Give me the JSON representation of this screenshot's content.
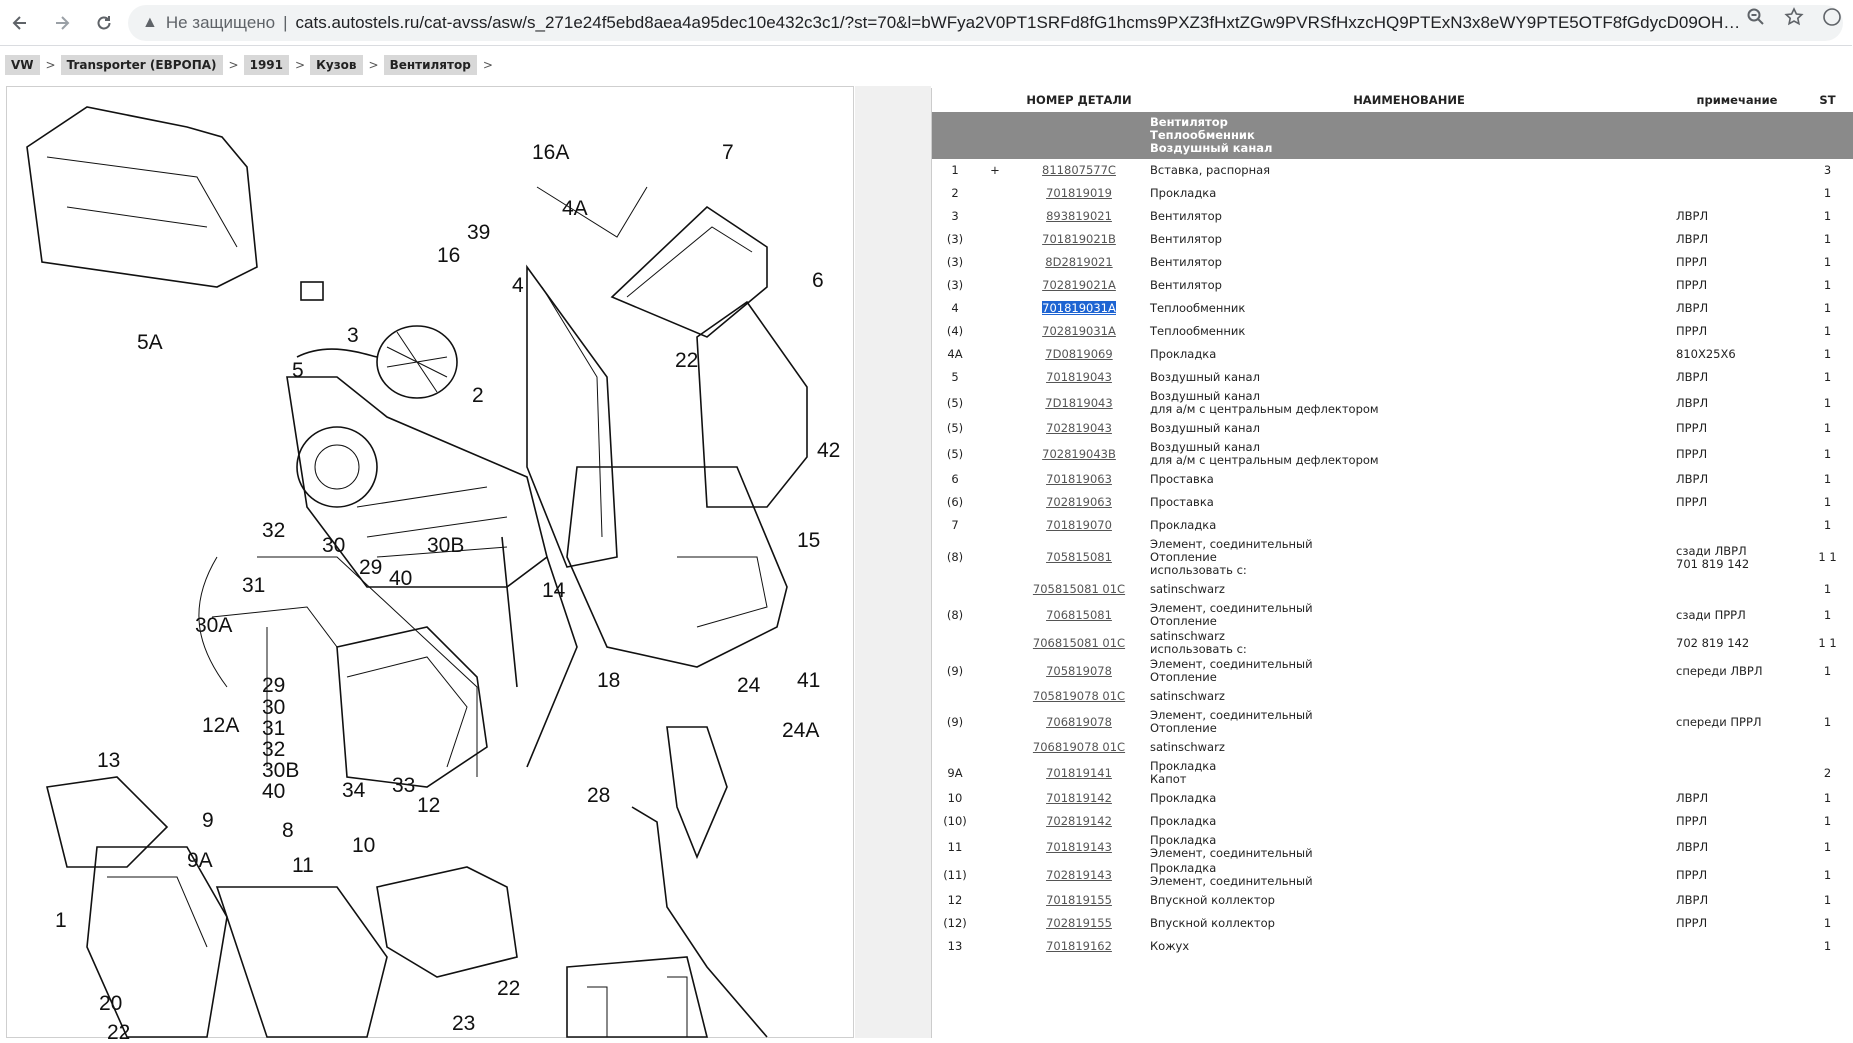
{
  "browser": {
    "warning_label": "Не защищено",
    "url": "cats.autostels.ru/cat-avss/asw/s_271e24f5ebd8aea4a95dec10e432c3c1/?st=70&l=bWFya2V0PT1SRFd8fG1hcms9PXZ3fHxtZGw9PVRSfHxzcHQ9PTExN3x8eWY9PTE5OTF8fGdycD09OH…"
  },
  "breadcrumb": [
    {
      "label": "VW"
    },
    {
      "label": "Transporter (ЕВРОПА)"
    },
    {
      "label": "1991"
    },
    {
      "label": "Кузов"
    },
    {
      "label": "Вентилятор"
    }
  ],
  "diagram_labels": [
    "16A",
    "7",
    "4A",
    "39",
    "16",
    "4",
    "6",
    "3",
    "5A",
    "5",
    "2",
    "22",
    "42",
    "32",
    "30",
    "29",
    "30B",
    "40",
    "31",
    "14",
    "15",
    "30A",
    "18",
    "24",
    "41",
    "12A",
    "29",
    "30",
    "31",
    "32",
    "30B",
    "40",
    "34",
    "33",
    "24A",
    "13",
    "28",
    "12",
    "9",
    "8",
    "10",
    "9A",
    "11",
    "1",
    "20",
    "22",
    "23",
    "22"
  ],
  "table": {
    "headers": {
      "number": "НОМЕР ДЕТАЛИ",
      "name": "НАИМЕНОВАНИЕ",
      "note": "примечание",
      "st": "ST"
    },
    "group_title": [
      "Вентилятор",
      "Теплообменник",
      "Воздушный канал"
    ],
    "rows": [
      {
        "pos": "1",
        "plus": "+",
        "num": "811807577C",
        "name": [
          "Вставка, распорная"
        ],
        "note": [],
        "st": "3"
      },
      {
        "pos": "2",
        "plus": "",
        "num": "701819019",
        "name": [
          "Прокладка"
        ],
        "note": [],
        "st": "1"
      },
      {
        "pos": "3",
        "plus": "",
        "num": "893819021",
        "name": [
          "Вентилятор"
        ],
        "note": [
          "ЛВРЛ"
        ],
        "st": "1"
      },
      {
        "pos": "(3)",
        "plus": "",
        "num": "701819021B",
        "name": [
          "Вентилятор"
        ],
        "note": [
          "ЛВРЛ"
        ],
        "st": "1"
      },
      {
        "pos": "(3)",
        "plus": "",
        "num": "8D2819021",
        "name": [
          "Вентилятор"
        ],
        "note": [
          "ПРРЛ"
        ],
        "st": "1"
      },
      {
        "pos": "(3)",
        "plus": "",
        "num": "702819021A",
        "name": [
          "Вентилятор"
        ],
        "note": [
          "ПРРЛ"
        ],
        "st": "1"
      },
      {
        "pos": "4",
        "plus": "",
        "num": "701819031A",
        "name": [
          "Теплообменник"
        ],
        "note": [
          "ЛВРЛ"
        ],
        "st": "1",
        "highlight": true
      },
      {
        "pos": "(4)",
        "plus": "",
        "num": "702819031A",
        "name": [
          "Теплообменник"
        ],
        "note": [
          "ПРРЛ"
        ],
        "st": "1"
      },
      {
        "pos": "4A",
        "plus": "",
        "num": "7D0819069",
        "name": [
          "Прокладка"
        ],
        "note": [
          "810X25X6"
        ],
        "st": "1"
      },
      {
        "pos": "5",
        "plus": "",
        "num": "701819043",
        "name": [
          "Воздушный канал"
        ],
        "note": [
          "ЛВРЛ"
        ],
        "st": "1"
      },
      {
        "pos": "(5)",
        "plus": "",
        "num": "7D1819043",
        "name": [
          "Воздушный канал",
          "для а/м с центральным дефлектором"
        ],
        "note": [
          "ЛВРЛ"
        ],
        "st": "1"
      },
      {
        "pos": "(5)",
        "plus": "",
        "num": "702819043",
        "name": [
          "Воздушный канал"
        ],
        "note": [
          "ПРРЛ"
        ],
        "st": "1"
      },
      {
        "pos": "(5)",
        "plus": "",
        "num": "702819043B",
        "name": [
          "Воздушный канал",
          "для а/м с центральным дефлектором"
        ],
        "note": [
          "ПРРЛ"
        ],
        "st": "1"
      },
      {
        "pos": "6",
        "plus": "",
        "num": "701819063",
        "name": [
          "Проставка"
        ],
        "note": [
          "ЛВРЛ"
        ],
        "st": "1"
      },
      {
        "pos": "(6)",
        "plus": "",
        "num": "702819063",
        "name": [
          "Проставка"
        ],
        "note": [
          "ПРРЛ"
        ],
        "st": "1"
      },
      {
        "pos": "7",
        "plus": "",
        "num": "701819070",
        "name": [
          "Прокладка"
        ],
        "note": [],
        "st": "1"
      },
      {
        "pos": "(8)",
        "plus": "",
        "num": "705815081",
        "name": [
          "Элемент, соединительный",
          "Отопление",
          "использовать с:"
        ],
        "note": [
          "сзади ЛВРЛ",
          "701 819 142"
        ],
        "st": "1 1"
      },
      {
        "pos": "",
        "plus": "",
        "num": "705815081 01C",
        "name": [
          "satinschwarz"
        ],
        "note": [],
        "st": "1"
      },
      {
        "pos": "(8)",
        "plus": "",
        "num": "706815081",
        "name": [
          "Элемент, соединительный",
          "Отопление"
        ],
        "note": [
          "сзади ПРРЛ"
        ],
        "st": "1"
      },
      {
        "pos": "",
        "plus": "",
        "num": "706815081 01C",
        "name": [
          "satinschwarz",
          "использовать с:"
        ],
        "note": [
          "702 819 142"
        ],
        "st": "1 1"
      },
      {
        "pos": "(9)",
        "plus": "",
        "num": "705819078",
        "name": [
          "Элемент, соединительный",
          "Отопление"
        ],
        "note": [
          "спереди ЛВРЛ"
        ],
        "st": "1"
      },
      {
        "pos": "",
        "plus": "",
        "num": "705819078 01C",
        "name": [
          "satinschwarz"
        ],
        "note": [],
        "st": ""
      },
      {
        "pos": "(9)",
        "plus": "",
        "num": "706819078",
        "name": [
          "Элемент, соединительный",
          "Отопление"
        ],
        "note": [
          "спереди ПРРЛ"
        ],
        "st": "1"
      },
      {
        "pos": "",
        "plus": "",
        "num": "706819078 01C",
        "name": [
          "satinschwarz"
        ],
        "note": [],
        "st": ""
      },
      {
        "pos": "9A",
        "plus": "",
        "num": "701819141",
        "name": [
          "Прокладка",
          "Капот"
        ],
        "note": [],
        "st": "2"
      },
      {
        "pos": "10",
        "plus": "",
        "num": "701819142",
        "name": [
          "Прокладка"
        ],
        "note": [
          "ЛВРЛ"
        ],
        "st": "1"
      },
      {
        "pos": "(10)",
        "plus": "",
        "num": "702819142",
        "name": [
          "Прокладка"
        ],
        "note": [
          "ПРРЛ"
        ],
        "st": "1"
      },
      {
        "pos": "11",
        "plus": "",
        "num": "701819143",
        "name": [
          "Прокладка",
          "Элемент, соединительный"
        ],
        "note": [
          "ЛВРЛ"
        ],
        "st": "1"
      },
      {
        "pos": "(11)",
        "plus": "",
        "num": "702819143",
        "name": [
          "Прокладка",
          "Элемент, соединительный"
        ],
        "note": [
          "ПРРЛ"
        ],
        "st": "1"
      },
      {
        "pos": "12",
        "plus": "",
        "num": "701819155",
        "name": [
          "Впускной коллектор"
        ],
        "note": [
          "ЛВРЛ"
        ],
        "st": "1"
      },
      {
        "pos": "(12)",
        "plus": "",
        "num": "702819155",
        "name": [
          "Впускной коллектор"
        ],
        "note": [
          "ПРРЛ"
        ],
        "st": "1"
      },
      {
        "pos": "13",
        "plus": "",
        "num": "701819162",
        "name": [
          "Кожух"
        ],
        "note": [],
        "st": "1"
      }
    ]
  }
}
